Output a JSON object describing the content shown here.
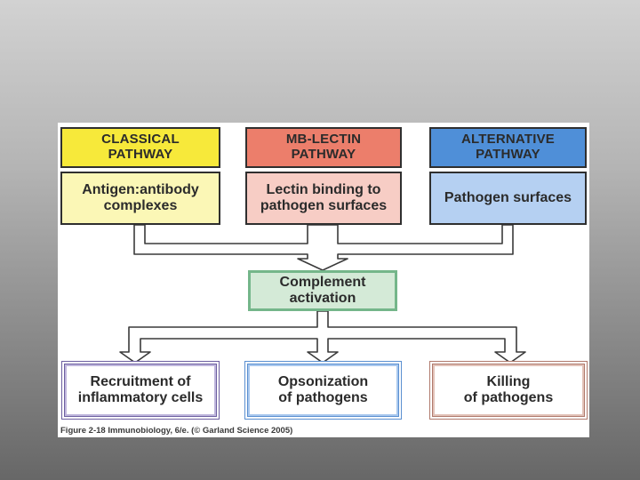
{
  "pathways": [
    {
      "header": "CLASSICAL\nPATHWAY",
      "source": "Antigen:antibody\ncomplexes"
    },
    {
      "header": "MB-LECTIN\nPATHWAY",
      "source": "Lectin binding to\npathogen surfaces"
    },
    {
      "header": "ALTERNATIVE\nPATHWAY",
      "source": "Pathogen surfaces"
    }
  ],
  "center": "Complement activation",
  "outcomes": [
    "Recruitment of\ninflammatory cells",
    "Opsonization\nof pathogens",
    "Killing\nof pathogens"
  ],
  "caption": "Figure 2-18  Immunobiology, 6/e. (© Garland Science 2005)",
  "colors": {
    "classical_header": "#f7e93a",
    "lectin_header": "#ec7e6b",
    "alternative_header": "#4f8fd8",
    "center_fill": "#d4ead7",
    "center_border": "#74b68a"
  }
}
